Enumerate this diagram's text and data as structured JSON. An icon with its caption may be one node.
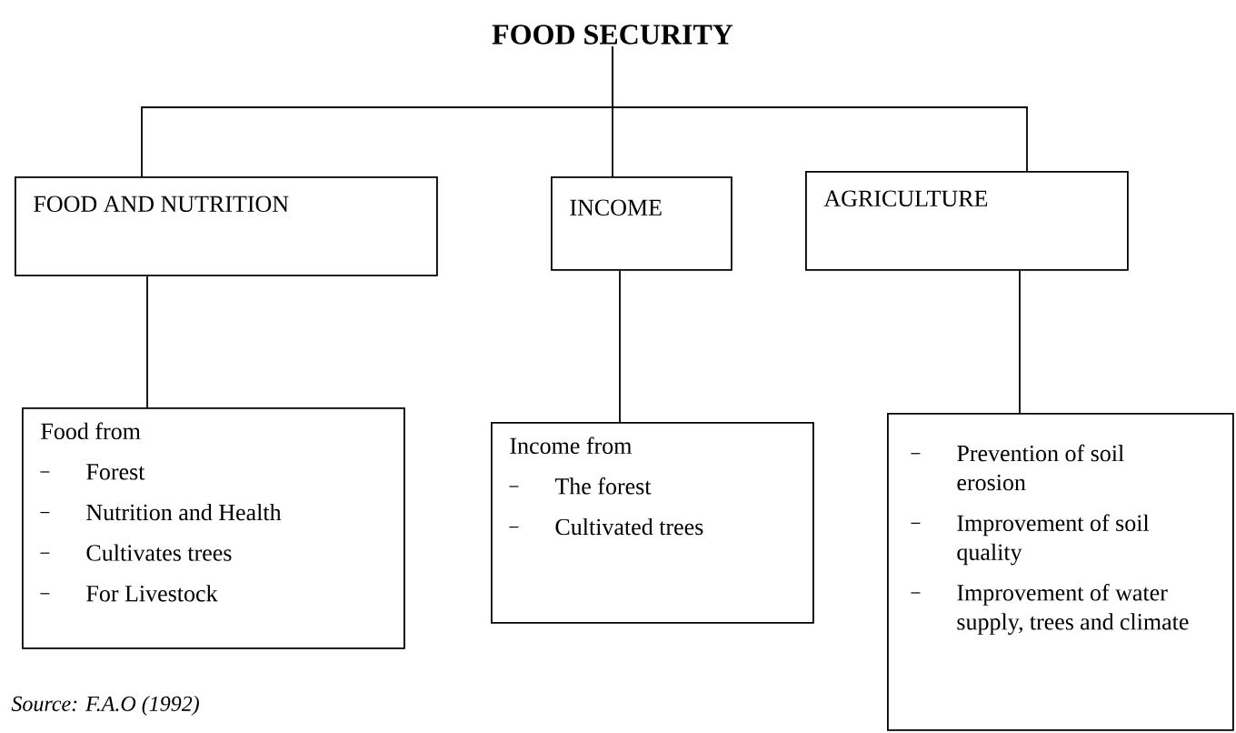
{
  "diagram": {
    "nodes": [
      {
        "text": [
          "FOOD SECURITY"
        ]
      },
      {
        "text": [
          "FOOD AND NUTRITION"
        ]
      },
      {
        "text": [
          "INCOME"
        ]
      },
      {
        "text": [
          "AGRICULTURE"
        ]
      },
      {
        "text": [
          "Food from",
          "Forest",
          "Nutrition and Health",
          "Cultivates trees",
          "For Livestock"
        ]
      },
      {
        "text": [
          "Income from",
          "The forest",
          "Cultivated trees"
        ]
      },
      {
        "text": [
          "Prevention of soil erosion",
          "Improvement of soil quality",
          "Improvement of water supply, trees and climate"
        ]
      }
    ],
    "edges": [
      {
        "from": 0,
        "to": 1,
        "arrow": "none"
      },
      {
        "from": 0,
        "to": 2,
        "arrow": "none"
      },
      {
        "from": 0,
        "to": 3,
        "arrow": "none"
      },
      {
        "from": 1,
        "to": 4,
        "arrow": "none"
      },
      {
        "from": 2,
        "to": 5,
        "arrow": "none"
      },
      {
        "from": 3,
        "to": 6,
        "arrow": "none"
      }
    ],
    "caption": "Source: F.A.O (1992)"
  }
}
